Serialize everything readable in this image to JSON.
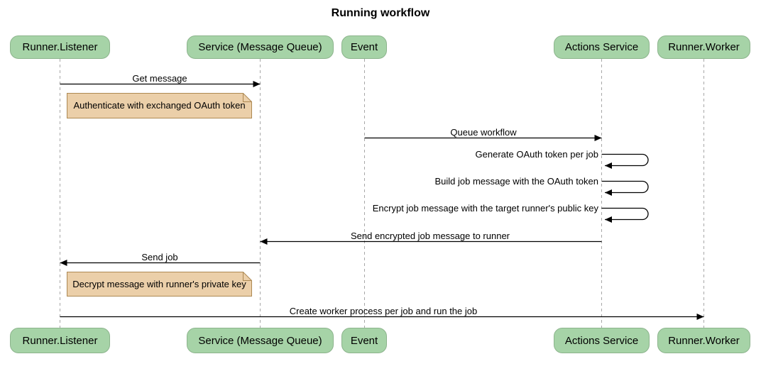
{
  "diagram": {
    "title": "Running workflow",
    "type": "sequence-diagram"
  },
  "colors": {
    "background": "#ffffff",
    "participant_fill": "#a6d3a7",
    "participant_border": "#8cb48c",
    "note_fill": "#ebcfa9",
    "note_border": "#ad8953",
    "lifeline": "#a7a7a7",
    "arrow": "#000000",
    "text": "#000000"
  },
  "participants": [
    {
      "label": "Runner.Listener"
    },
    {
      "label": "Service (Message Queue)"
    },
    {
      "label": "Event"
    },
    {
      "label": "Actions Service"
    },
    {
      "label": "Runner.Worker"
    }
  ],
  "messages": [
    {
      "from": "Runner.Listener",
      "to": "Service (Message Queue)",
      "label": "Get message"
    },
    {
      "from": "Event",
      "to": "Actions Service",
      "label": "Queue workflow"
    },
    {
      "from": "Actions Service",
      "to": "Actions Service",
      "label": "Generate OAuth token per job"
    },
    {
      "from": "Actions Service",
      "to": "Actions Service",
      "label": "Build job message with the OAuth token"
    },
    {
      "from": "Actions Service",
      "to": "Actions Service",
      "label": "Encrypt job message with the target runner's public key"
    },
    {
      "from": "Actions Service",
      "to": "Service (Message Queue)",
      "label": "Send encrypted job message to runner"
    },
    {
      "from": "Service (Message Queue)",
      "to": "Runner.Listener",
      "label": "Send job"
    },
    {
      "from": "Runner.Listener",
      "to": "Runner.Worker",
      "label": "Create worker process per job and run the job"
    }
  ],
  "notes": [
    {
      "over": "Runner.Listener",
      "text": "Authenticate with exchanged OAuth token"
    },
    {
      "over": "Runner.Listener",
      "text": "Decrypt message with runner's private key"
    }
  ]
}
